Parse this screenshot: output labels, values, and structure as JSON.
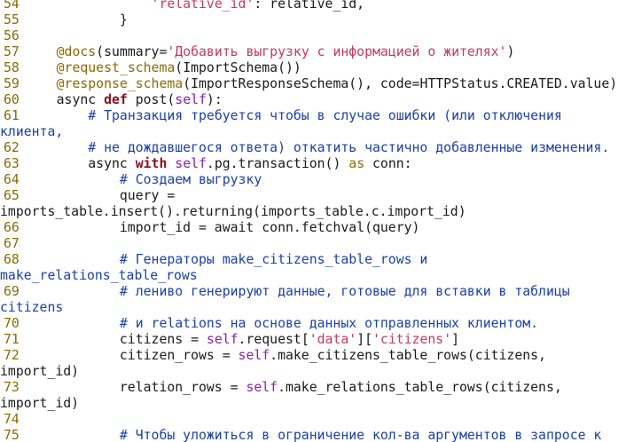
{
  "editor": {
    "lines": [
      {
        "num": "54",
        "segs": [
          {
            "t": "                ",
            "k": "plain"
          },
          {
            "t": "'relative_id'",
            "k": "string"
          },
          {
            "t": ": relative_id,",
            "k": "plain"
          }
        ]
      },
      {
        "num": "55",
        "segs": [
          {
            "t": "            }",
            "k": "plain"
          }
        ]
      },
      {
        "num": "56",
        "segs": []
      },
      {
        "num": "57",
        "segs": [
          {
            "t": "    ",
            "k": "plain"
          },
          {
            "t": "@docs",
            "k": "decor"
          },
          {
            "t": "(summary=",
            "k": "plain"
          },
          {
            "t": "'Добавить выгрузку с информацией о жителях'",
            "k": "string"
          },
          {
            "t": ")",
            "k": "plain"
          }
        ]
      },
      {
        "num": "58",
        "segs": [
          {
            "t": "    ",
            "k": "plain"
          },
          {
            "t": "@request_schema",
            "k": "decor"
          },
          {
            "t": "(ImportSchema())",
            "k": "plain"
          }
        ]
      },
      {
        "num": "59",
        "segs": [
          {
            "t": "    ",
            "k": "plain"
          },
          {
            "t": "@response_schema",
            "k": "decor"
          },
          {
            "t": "(ImportResponseSchema(), code=HTTPStatus.CREATED.value)",
            "k": "plain"
          }
        ]
      },
      {
        "num": "60",
        "segs": [
          {
            "t": "    async ",
            "k": "plain"
          },
          {
            "t": "def",
            "k": "keyword"
          },
          {
            "t": " post(",
            "k": "plain"
          },
          {
            "t": "self",
            "k": "self"
          },
          {
            "t": "):",
            "k": "plain"
          }
        ]
      },
      {
        "num": "61",
        "segs": [
          {
            "t": "        ",
            "k": "plain"
          },
          {
            "t": "# Транзакция требуется чтобы в случае ошибки (или отключения",
            "k": "comment"
          }
        ]
      },
      {
        "num": "",
        "segs": [
          {
            "t": "клиента,",
            "k": "comment"
          }
        ]
      },
      {
        "num": "62",
        "segs": [
          {
            "t": "        ",
            "k": "plain"
          },
          {
            "t": "# не дождавшегося ответа) откатить частично добавленные изменения.",
            "k": "comment"
          }
        ]
      },
      {
        "num": "63",
        "segs": [
          {
            "t": "        async ",
            "k": "plain"
          },
          {
            "t": "with",
            "k": "keyword"
          },
          {
            "t": " ",
            "k": "plain"
          },
          {
            "t": "self",
            "k": "self"
          },
          {
            "t": ".pg.transaction() ",
            "k": "plain"
          },
          {
            "t": "as",
            "k": "decor"
          },
          {
            "t": " conn:",
            "k": "plain"
          }
        ]
      },
      {
        "num": "64",
        "segs": [
          {
            "t": "            ",
            "k": "plain"
          },
          {
            "t": "# Создаем выгрузку",
            "k": "comment"
          }
        ]
      },
      {
        "num": "65",
        "segs": [
          {
            "t": "            query =",
            "k": "plain"
          }
        ]
      },
      {
        "num": "",
        "segs": [
          {
            "t": "imports_table.insert().returning(imports_table.c.import_id)",
            "k": "plain"
          }
        ]
      },
      {
        "num": "66",
        "segs": [
          {
            "t": "            import_id = await conn.fetchval(query)",
            "k": "plain"
          }
        ]
      },
      {
        "num": "67",
        "segs": []
      },
      {
        "num": "68",
        "segs": [
          {
            "t": "            ",
            "k": "plain"
          },
          {
            "t": "# Генераторы make_citizens_table_rows и",
            "k": "comment"
          }
        ]
      },
      {
        "num": "",
        "segs": [
          {
            "t": "make_relations_table_rows",
            "k": "comment"
          }
        ]
      },
      {
        "num": "69",
        "segs": [
          {
            "t": "            ",
            "k": "plain"
          },
          {
            "t": "# лениво генерируют данные, готовые для вставки в таблицы",
            "k": "comment"
          }
        ]
      },
      {
        "num": "",
        "segs": [
          {
            "t": "citizens",
            "k": "comment"
          }
        ]
      },
      {
        "num": "70",
        "segs": [
          {
            "t": "            ",
            "k": "plain"
          },
          {
            "t": "# и relations на основе данных отправленных клиентом.",
            "k": "comment"
          }
        ]
      },
      {
        "num": "71",
        "segs": [
          {
            "t": "            citizens = ",
            "k": "plain"
          },
          {
            "t": "self",
            "k": "self"
          },
          {
            "t": ".request[",
            "k": "plain"
          },
          {
            "t": "'data'",
            "k": "string"
          },
          {
            "t": "][",
            "k": "plain"
          },
          {
            "t": "'citizens'",
            "k": "string"
          },
          {
            "t": "]",
            "k": "plain"
          }
        ]
      },
      {
        "num": "72",
        "segs": [
          {
            "t": "            citizen_rows = ",
            "k": "plain"
          },
          {
            "t": "self",
            "k": "self"
          },
          {
            "t": ".make_citizens_table_rows(citizens,",
            "k": "plain"
          }
        ]
      },
      {
        "num": "",
        "segs": [
          {
            "t": "import_id)",
            "k": "plain"
          }
        ]
      },
      {
        "num": "73",
        "segs": [
          {
            "t": "            relation_rows = ",
            "k": "plain"
          },
          {
            "t": "self",
            "k": "self"
          },
          {
            "t": ".make_relations_table_rows(citizens,",
            "k": "plain"
          }
        ]
      },
      {
        "num": "",
        "segs": [
          {
            "t": "import_id)",
            "k": "plain"
          }
        ]
      },
      {
        "num": "74",
        "segs": []
      },
      {
        "num": "75",
        "segs": [
          {
            "t": "            ",
            "k": "plain"
          },
          {
            "t": "# Чтобы уложиться в ограничение кол-ва аргументов в запросе к",
            "k": "comment"
          }
        ]
      }
    ]
  }
}
